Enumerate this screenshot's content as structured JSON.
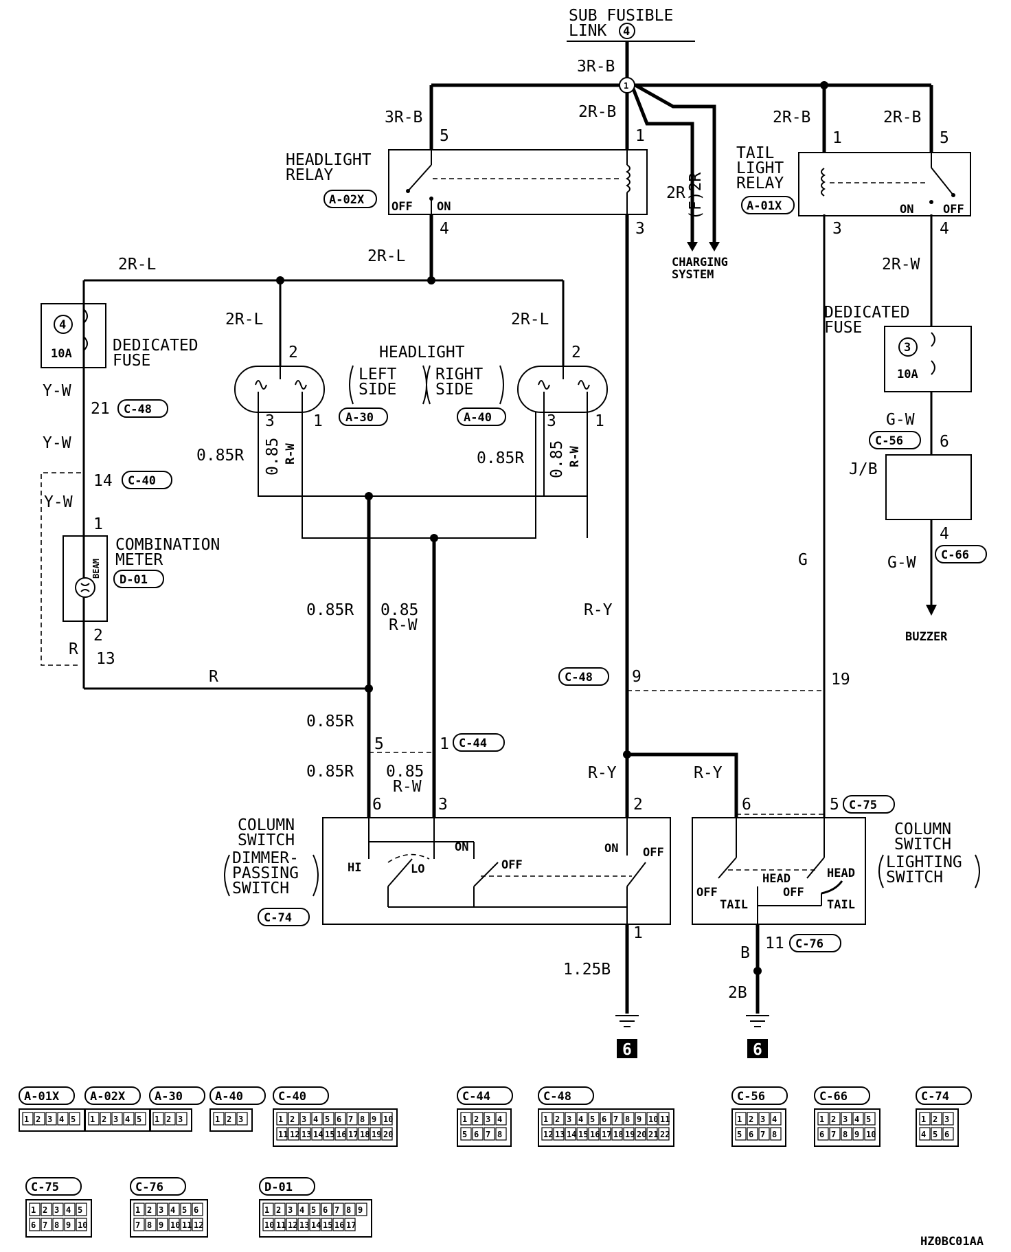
{
  "top": {
    "title_line1": "SUB FUSIBLE",
    "title_line2": "LINK",
    "link_no": "4"
  },
  "wires": {
    "main": "3R-B",
    "hl_relay_feed": "3R-B",
    "hl_relay_coil_feed": "2R-B",
    "tail_coil_feed": "2R-B",
    "tail_feed": "2R-B",
    "charging_a": "2R",
    "charging_b": "(F)2R",
    "hl_out": "2R-L",
    "left_branch": "2R-L",
    "lamp_left": "2R-L",
    "lamp_right": "2R-L",
    "yw1": "Y-W",
    "yw2": "Y-W",
    "yw3": "Y-W",
    "r085_left": "0.85R",
    "rw085_left_a": "0.85",
    "rw085_left_b": "R-W",
    "r085_right": "0.85R",
    "rw085_right_a": "0.85",
    "rw085_right_b": "R-W",
    "r085_mid": "0.85R",
    "rw085_mid_a": "0.85",
    "rw085_mid_b": "R-W",
    "r085_low1": "0.85R",
    "r085_low2": "0.85R",
    "rw085_low_a": "0.85",
    "rw085_low_b": "R-W",
    "ry1": "R-Y",
    "ry2": "R-Y",
    "ry3": "R-Y",
    "r_meter": "R",
    "r_bottom": "R",
    "g": "G",
    "tail_out": "2R-W",
    "gw1": "G-W",
    "gw2": "G-W",
    "ground1": "1.25B",
    "b": "B",
    "ground2": "2B"
  },
  "components": {
    "hl_relay": {
      "name1": "HEADLIGHT",
      "name2": "RELAY",
      "conn": "A-02X",
      "off": "OFF",
      "on": "ON"
    },
    "tail_relay": {
      "name1": "TAIL",
      "name2": "LIGHT",
      "name3": "RELAY",
      "conn": "A-01X",
      "off": "OFF",
      "on": "ON"
    },
    "charging": {
      "line1": "CHARGING",
      "line2": "SYSTEM"
    },
    "fuse4": {
      "name1": "DEDICATED",
      "name2": "FUSE",
      "no": "4",
      "rating": "10A"
    },
    "fuse3": {
      "name1": "DEDICATED",
      "name2": "FUSE",
      "no": "3",
      "rating": "10A"
    },
    "headlight": {
      "name": "HEADLIGHT",
      "left1": "LEFT",
      "left2": "SIDE",
      "right1": "RIGHT",
      "right2": "SIDE",
      "conn_left": "A-30",
      "conn_right": "A-40"
    },
    "meter": {
      "name1": "COMBINATION",
      "name2": "METER",
      "conn": "D-01",
      "beam": "BEAM"
    },
    "jb": {
      "name": "J/B"
    },
    "buzzer": {
      "name": "BUZZER"
    },
    "dimmer": {
      "name1": "COLUMN",
      "name2": "SWITCH",
      "name3": "DIMMER-",
      "name4": "PASSING",
      "name5": "SWITCH",
      "conn": "C-74",
      "hi": "HI",
      "lo": "LO",
      "on1": "ON",
      "off1": "OFF",
      "on2": "ON",
      "off2": "OFF"
    },
    "lighting": {
      "name1": "COLUMN",
      "name2": "SWITCH",
      "name3": "LIGHTING",
      "name4": "SWITCH",
      "off": "OFF",
      "tail": "TAIL",
      "head": "HEAD",
      "off2": "OFF",
      "head2": "HEAD",
      "tail2": "TAIL"
    }
  },
  "pins": {
    "hl_5": "5",
    "hl_1": "1",
    "hl_4": "4",
    "hl_3": "3",
    "tl_1": "1",
    "tl_5": "5",
    "tl_3": "3",
    "tl_4": "4",
    "lamp_l_2": "2",
    "lamp_l_3": "3",
    "lamp_l_1": "1",
    "lamp_r_2": "2",
    "lamp_r_3": "3",
    "lamp_r_1": "1",
    "c48_21": "21",
    "c40_14": "14",
    "m_1": "1",
    "m_2": "2",
    "m_13": "13",
    "c48_9": "9",
    "c48_19": "19",
    "c44_5": "5",
    "c44_1": "1",
    "cs_6": "6",
    "cs_3": "3",
    "cs_2": "2",
    "cs_1": "1",
    "ls_6": "6",
    "ls_5": "5",
    "ls_11": "11",
    "c56_6": "6",
    "c66_4": "4"
  },
  "conn_tags": {
    "c48a": "C-48",
    "c40": "C-40",
    "c48b": "C-48",
    "c44": "C-44",
    "c75": "C-75",
    "c76": "C-76",
    "c56": "C-56",
    "c66": "C-66"
  },
  "ground_mark": "6",
  "legend": [
    {
      "tag": "A-01X",
      "pins": [
        "1",
        "2",
        "3",
        "4",
        "5"
      ]
    },
    {
      "tag": "A-02X",
      "pins": [
        "1",
        "2",
        "3",
        "4",
        "5"
      ]
    },
    {
      "tag": "A-30",
      "pins": [
        "1",
        "2",
        "3"
      ]
    },
    {
      "tag": "A-40",
      "pins": [
        "1",
        "2",
        "3"
      ]
    },
    {
      "tag": "C-40",
      "pins": [
        "1",
        "2",
        "3",
        "4",
        "5",
        "6",
        "7",
        "8",
        "9",
        "10",
        "11",
        "12",
        "13",
        "14",
        "15",
        "16",
        "17",
        "18",
        "19",
        "20"
      ]
    },
    {
      "tag": "C-44",
      "pins": [
        "1",
        "2",
        "3",
        "4",
        "5",
        "6",
        "7",
        "8"
      ]
    },
    {
      "tag": "C-48",
      "pins": [
        "1",
        "2",
        "3",
        "4",
        "5",
        "6",
        "7",
        "8",
        "9",
        "10",
        "11",
        "12",
        "13",
        "14",
        "15",
        "16",
        "17",
        "18",
        "19",
        "20",
        "21",
        "22"
      ]
    },
    {
      "tag": "C-56",
      "pins": [
        "1",
        "2",
        "3",
        "4",
        "5",
        "6",
        "7",
        "8"
      ]
    },
    {
      "tag": "C-66",
      "pins": [
        "1",
        "2",
        "3",
        "4",
        "5",
        "6",
        "7",
        "8",
        "9",
        "10"
      ]
    },
    {
      "tag": "C-74",
      "pins": [
        "1",
        "2",
        "3",
        "4",
        "5",
        "6"
      ]
    },
    {
      "tag": "C-75",
      "pins": [
        "1",
        "2",
        "3",
        "4",
        "5",
        "6",
        "7",
        "8",
        "9",
        "10"
      ]
    },
    {
      "tag": "C-76",
      "pins": [
        "1",
        "2",
        "3",
        "4",
        "5",
        "6",
        "7",
        "8",
        "9",
        "10",
        "11",
        "12"
      ]
    },
    {
      "tag": "D-01",
      "pins": [
        "1",
        "2",
        "3",
        "4",
        "5",
        "6",
        "7",
        "8",
        "9",
        "10",
        "11",
        "12",
        "13",
        "14",
        "15",
        "16",
        "17"
      ]
    }
  ],
  "diagram_code": "HZ0BC01AA"
}
